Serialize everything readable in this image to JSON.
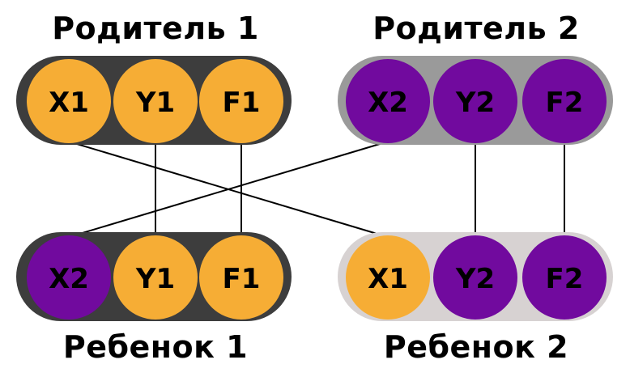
{
  "colors": {
    "orange": "#f6ad35",
    "purple": "#710a9e",
    "dark_pill": "#3d3d3d",
    "mid_pill": "#9a9a9a",
    "light_pill": "#d7d2d2",
    "line": "#000000"
  },
  "groups": {
    "parent1": {
      "title": "Родитель 1",
      "pill_color": "#3d3d3d",
      "genes": [
        {
          "label": "X1",
          "color": "#f6ad35"
        },
        {
          "label": "Y1",
          "color": "#f6ad35"
        },
        {
          "label": "F1",
          "color": "#f6ad35"
        }
      ]
    },
    "parent2": {
      "title": "Родитель 2",
      "pill_color": "#9a9a9a",
      "genes": [
        {
          "label": "X2",
          "color": "#710a9e"
        },
        {
          "label": "Y2",
          "color": "#710a9e"
        },
        {
          "label": "F2",
          "color": "#710a9e"
        }
      ]
    },
    "child1": {
      "title": "Ребенок 1",
      "pill_color": "#3d3d3d",
      "genes": [
        {
          "label": "X2",
          "color": "#710a9e"
        },
        {
          "label": "Y1",
          "color": "#f6ad35"
        },
        {
          "label": "F1",
          "color": "#f6ad35"
        }
      ]
    },
    "child2": {
      "title": "Ребенок 2",
      "pill_color": "#d7d2d2",
      "genes": [
        {
          "label": "X1",
          "color": "#f6ad35"
        },
        {
          "label": "Y2",
          "color": "#710a9e"
        },
        {
          "label": "F2",
          "color": "#710a9e"
        }
      ]
    }
  },
  "connections": [
    {
      "from": "parent1.0",
      "to": "child2.0"
    },
    {
      "from": "parent1.1",
      "to": "child1.1"
    },
    {
      "from": "parent1.2",
      "to": "child1.2"
    },
    {
      "from": "parent2.0",
      "to": "child1.0"
    },
    {
      "from": "parent2.1",
      "to": "child2.1"
    },
    {
      "from": "parent2.2",
      "to": "child2.2"
    }
  ]
}
